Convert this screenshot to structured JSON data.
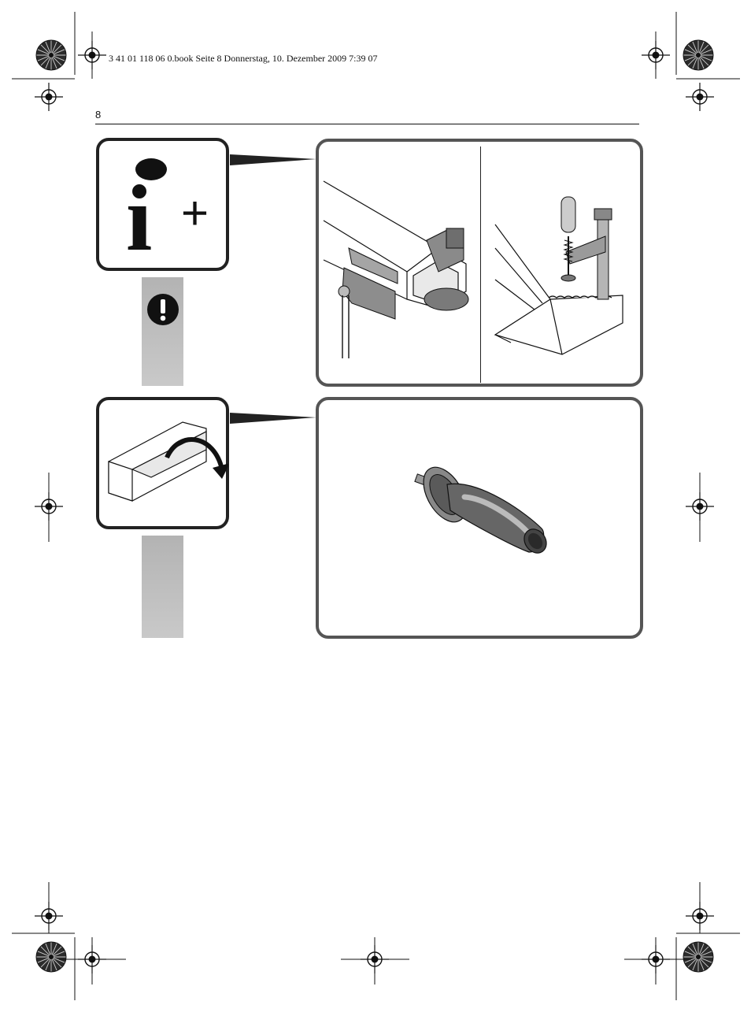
{
  "print_header": "3 41 01 118 06 0.book  Seite 8  Donnerstag, 10. Dezember 2009  7:39 07",
  "page_number": "8",
  "info_icon": {
    "letter": "i",
    "plus": "+"
  },
  "icons": {
    "info": "info-plus-icon",
    "warning": "exclamation-icon",
    "unpack": "box-open-icon",
    "crop_marks": "registration-mark-icon",
    "color_wheels": "color-calibration-wheel-icon"
  },
  "colors": {
    "frame": "#555555",
    "gray_bar": "#bdbdbd",
    "ink": "#111111"
  }
}
